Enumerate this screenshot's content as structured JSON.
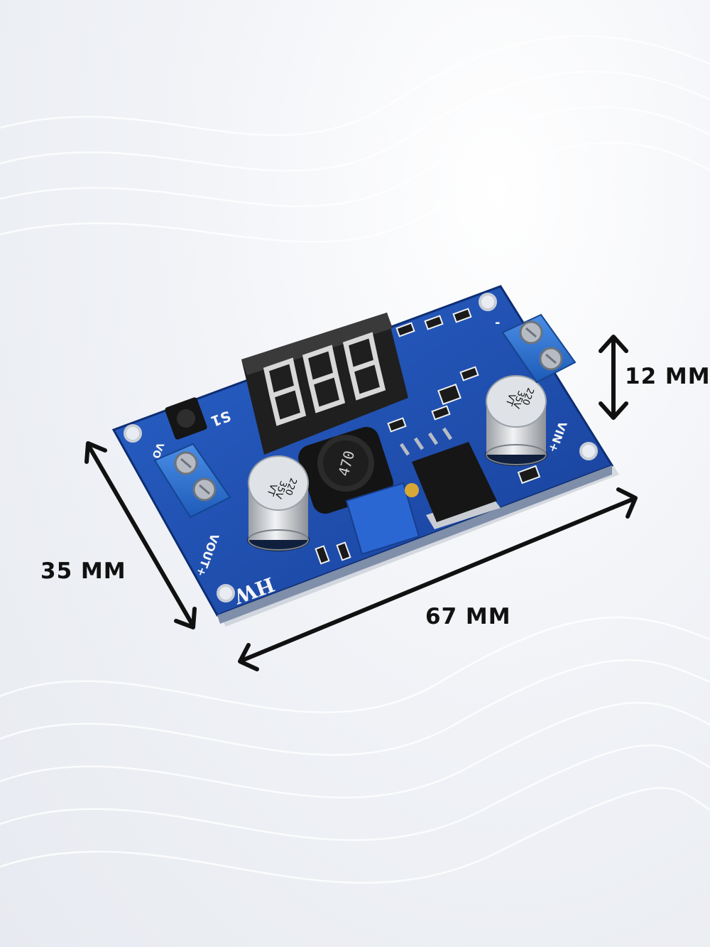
{
  "dimensions": {
    "height": "12 MM",
    "width": "35 MM",
    "length": "67 MM"
  },
  "board": {
    "display_digits": "888",
    "button_label": "S1",
    "inductor_marking": "470",
    "capacitor_marking": [
      "220",
      "35V",
      "VT"
    ],
    "input_label": "VIN+",
    "input_minus_label": "-",
    "output_label": "VOUT+",
    "output_partial_label": "VO",
    "brand": "HW"
  },
  "colors": {
    "pcb": "#1a4fb5",
    "terminal": "#2f74d0",
    "display": "#2a2a2a"
  }
}
